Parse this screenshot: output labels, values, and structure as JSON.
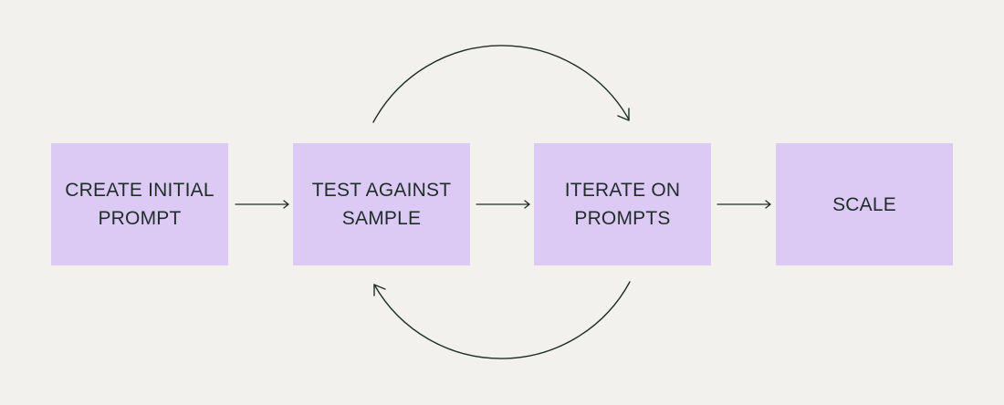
{
  "steps": [
    {
      "label": "CREATE INITIAL\nPROMPT"
    },
    {
      "label": "TEST AGAINST\nSAMPLE"
    },
    {
      "label": "ITERATE ON\nPROMPTS"
    },
    {
      "label": "SCALE"
    }
  ],
  "colors": {
    "background": "#f2f1ed",
    "box_fill": "#dccaf5",
    "text": "#1f2d2a",
    "line": "#1f2d2a"
  }
}
